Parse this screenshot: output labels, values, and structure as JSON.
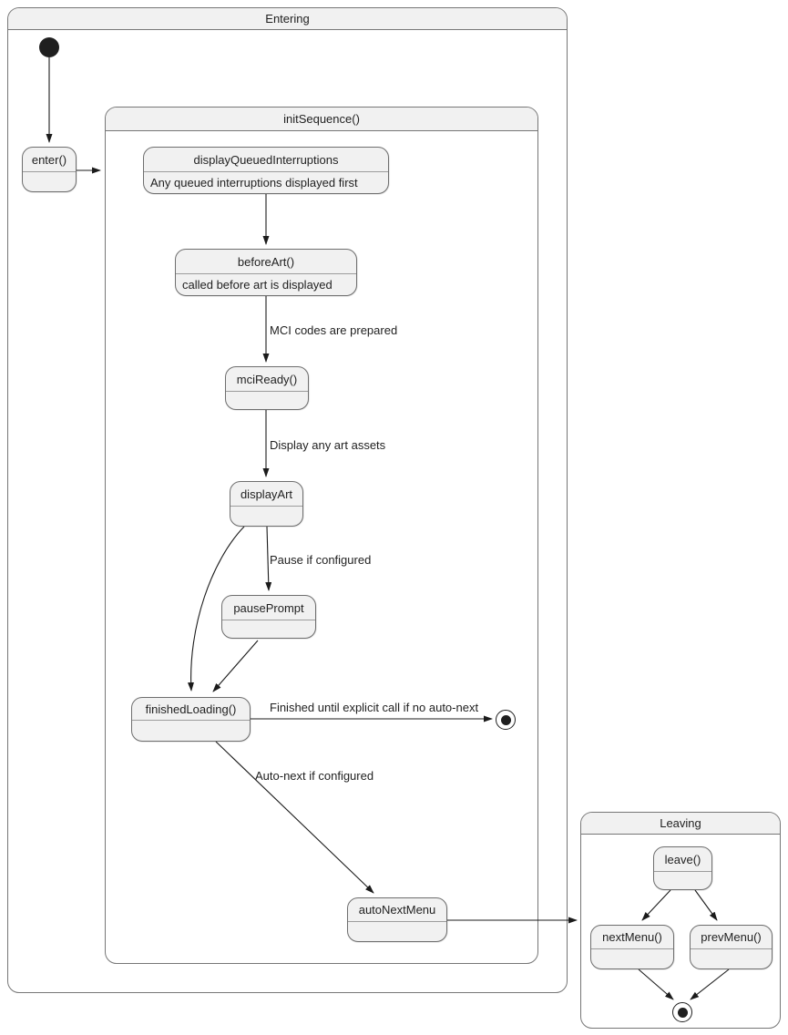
{
  "containers": {
    "entering": {
      "title": "Entering"
    },
    "init_sequence": {
      "title": "initSequence()"
    },
    "leaving": {
      "title": "Leaving"
    }
  },
  "states": {
    "enter": {
      "title": "enter()",
      "body": ""
    },
    "display_queued_interruptions": {
      "title": "displayQueuedInterruptions",
      "body": "Any queued interruptions displayed first"
    },
    "before_art": {
      "title": "beforeArt()",
      "body": "called before art is displayed"
    },
    "mci_ready": {
      "title": "mciReady()",
      "body": ""
    },
    "display_art": {
      "title": "displayArt",
      "body": ""
    },
    "pause_prompt": {
      "title": "pausePrompt",
      "body": ""
    },
    "finished_loading": {
      "title": "finishedLoading()",
      "body": ""
    },
    "auto_next_menu": {
      "title": "autoNextMenu",
      "body": ""
    },
    "leave": {
      "title": "leave()",
      "body": ""
    },
    "next_menu": {
      "title": "nextMenu()",
      "body": ""
    },
    "prev_menu": {
      "title": "prevMenu()",
      "body": ""
    }
  },
  "edge_labels": {
    "mci_codes_prepared": "MCI codes are prepared",
    "display_art_assets": "Display any art assets",
    "pause_if_configured": "Pause if configured",
    "finished_no_autonext": "Finished until explicit call if no auto-next",
    "auto_next_configured": "Auto-next if configured"
  },
  "colors": {
    "state_fill": "#f1f1f1",
    "state_border": "#6e6e6e",
    "container_border": "#767676",
    "edge_line": "#1b1b1b",
    "text": "#1f1f1f"
  }
}
